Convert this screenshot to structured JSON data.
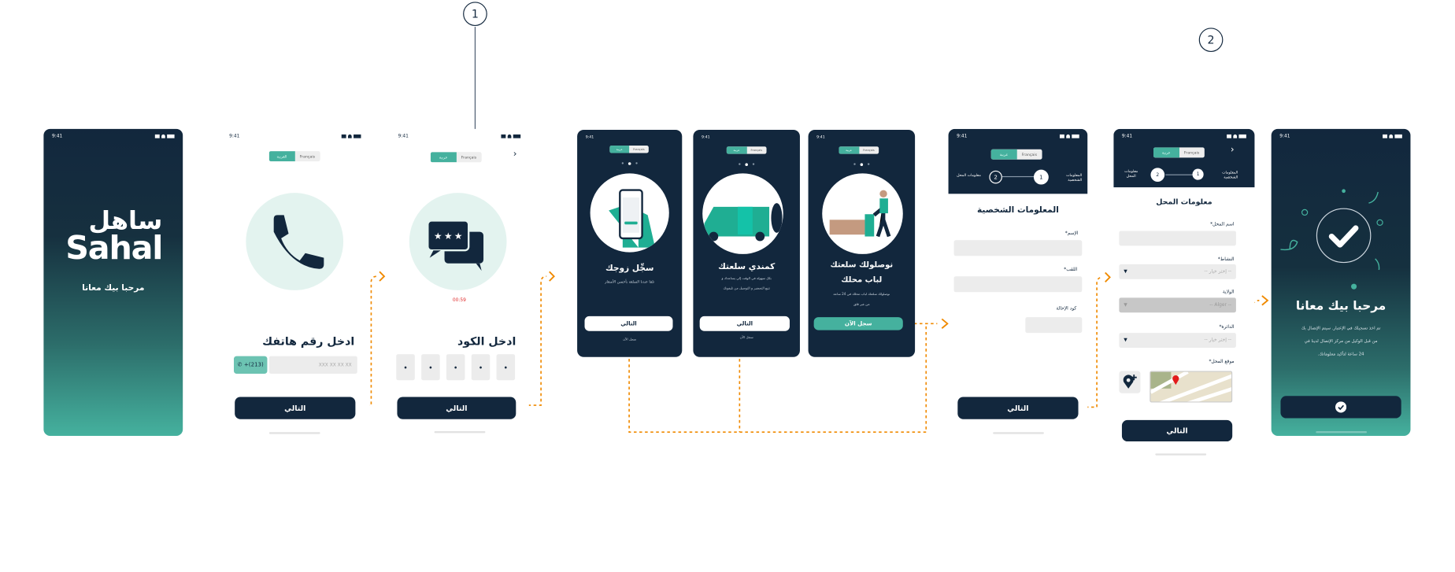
{
  "status_time": "9:41",
  "lang": {
    "arabic_full": "العربية",
    "arabic": "عربية",
    "french": "Français"
  },
  "next_label": "التالي",
  "callouts": [
    "1",
    "2"
  ],
  "splash": {
    "logo_ar": "ساهل",
    "logo_en": "Sahal",
    "welcome": "مرحبا بيك معانا"
  },
  "phone": {
    "title": "ادخل رقم هاتفك",
    "country_code": "+(213)",
    "placeholder": "XXX XX XX XX"
  },
  "otp": {
    "timer": "00:59",
    "title": "ادخل الكود",
    "digits": [
      "•",
      "•",
      "•",
      "•",
      "•"
    ]
  },
  "onboarding": [
    {
      "title": "سجِّل زوجك",
      "subtitle": "تلقا عندنا السلعة بأحسن الأسعار",
      "button": "التالي",
      "link": "سجل الآن"
    },
    {
      "title": "كمندي سلعتك",
      "subtitle1": "بكل سهولة في الوقت إلي يساعدك و",
      "subtitle2": "تتبع التحضير و التوصيل من تليفونك",
      "button": "التالي",
      "link": "سجل الآن"
    },
    {
      "title1": "نوصلولك سلعتك",
      "title2": "لباب محلك",
      "subtitle1": "نوصلولك سلعتك لباب محلك في 24 ساعة",
      "subtitle2": "من غير قلق",
      "button": "سجل الآن"
    }
  ],
  "stepper": {
    "step1_num": "1",
    "step1_label": "المعلومات الشخصية",
    "step2_num": "2",
    "step2_label": "معلومات المحل"
  },
  "personal": {
    "title": "المعلومات الشخصية",
    "first_name_label": "الإسم*",
    "last_name_label": "اللقب*",
    "referral_label": "كود الإحالة"
  },
  "shop": {
    "title": "معلومات المحل",
    "name_label": "اسم المحل*",
    "activity_label": "النشاط*",
    "activity_value": "-- إختر خيار --",
    "wilaya_label": "الولاية",
    "wilaya_value": "-- Alger --",
    "daira_label": "الدائرة*",
    "daira_value": "-- إختر خيار --",
    "location_label": "موقع المحل*",
    "select_arrow": "▼"
  },
  "success": {
    "title": "مرحبا بيك معانا",
    "line1": "تم اخذ تسجيلك في الإعتبار. سيتم الإتصال بك",
    "line2": "من قبل الوكيل من مركز الإتصال لدينا في",
    "line3": "24 ساعة لتأكيد معلوماتك."
  },
  "colors": {
    "navy": "#12273d",
    "teal": "#45b19e",
    "orange": "#f08a00",
    "light_teal": "#e3f3ef"
  }
}
